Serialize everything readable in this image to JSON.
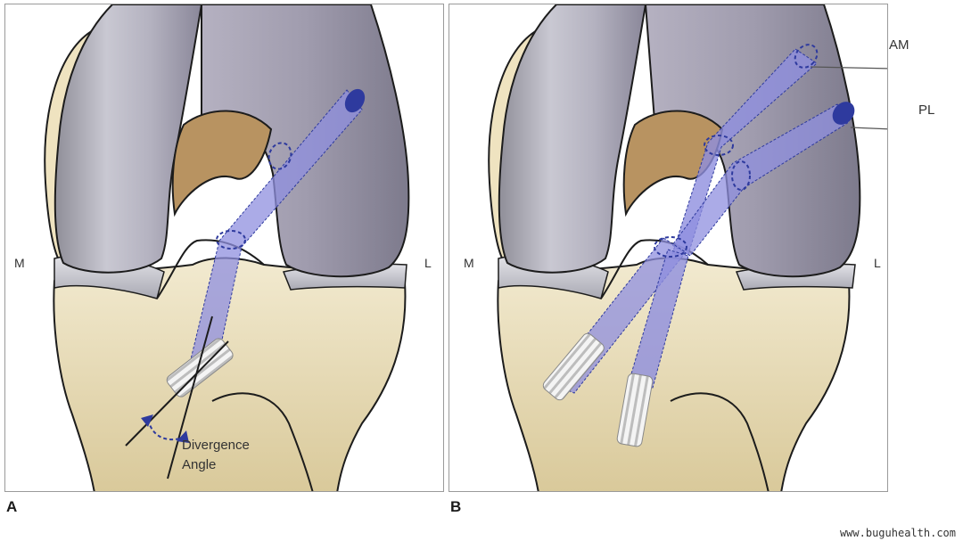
{
  "panel_a": {
    "letter": "A",
    "medial_label": "M",
    "lateral_label": "L",
    "annotation_line1": "Divergence",
    "annotation_line2": "Angle"
  },
  "panel_b": {
    "letter": "B",
    "medial_label": "M",
    "lateral_label": "L",
    "am_label": "AM",
    "pl_label": "PL"
  },
  "watermark": "www.buguhealth.com",
  "colors": {
    "tibia": "#eadfbd",
    "condyle": "#9a98a8",
    "notch": "#b89361",
    "tunnel": "#8f8fdf",
    "tunnel_end": "#2e3a9e",
    "meniscus": "#c9c9cf",
    "outline": "#1c1c1c"
  }
}
